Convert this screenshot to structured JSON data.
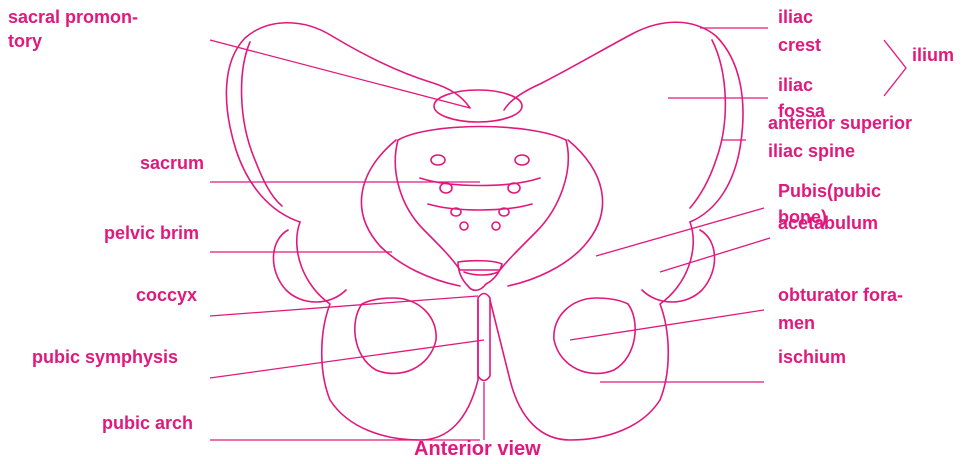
{
  "diagram": {
    "caption": "Anterior view",
    "line_color": "#e0197d",
    "labels": {
      "sacral_promontory_1": "sacral promon-",
      "sacral_promontory_2": "tory",
      "sacrum": "sacrum",
      "pelvic_brim": "pelvic brim",
      "coccyx": "coccyx",
      "pubic_symphysis": "pubic symphysis",
      "pubic_arch": "pubic arch",
      "iliac_crest_1": "iliac",
      "iliac_crest_2": "crest",
      "ilium": "ilium",
      "iliac_fossa_1": "iliac",
      "iliac_fossa_2": "fossa",
      "asis_1": "anterior superior",
      "asis_2": "iliac spine",
      "pubis_1": "Pubis(pubic",
      "pubis_2": "bone)",
      "acetabulum": "acetabulum",
      "obturator_1": "obturator fora-",
      "obturator_2": "men",
      "ischium": "ischium"
    }
  }
}
